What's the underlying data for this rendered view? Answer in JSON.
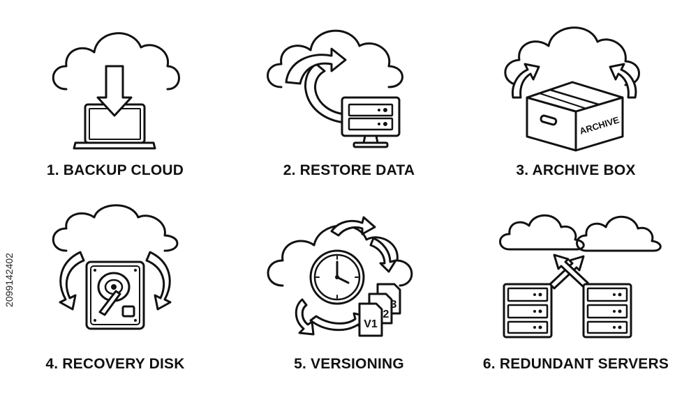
{
  "items": [
    {
      "label": "1. BACKUP CLOUD",
      "icon": "cloud-backup-laptop-icon"
    },
    {
      "label": "2. RESTORE DATA",
      "icon": "cloud-restore-server-icon"
    },
    {
      "label": "3. ARCHIVE BOX",
      "icon": "cloud-archive-box-icon",
      "box_text": "ARCHIVE"
    },
    {
      "label": "4. RECOVERY DISK",
      "icon": "cloud-recovery-hard-disk-icon"
    },
    {
      "label": "5. VERSIONING",
      "icon": "cloud-versioning-clock-icon",
      "version_tags": [
        "V1",
        "2",
        "3"
      ]
    },
    {
      "label": "6. REDUNDANT SERVERS",
      "icon": "redundant-servers-clouds-icon"
    }
  ],
  "stock_id": "2099142402"
}
